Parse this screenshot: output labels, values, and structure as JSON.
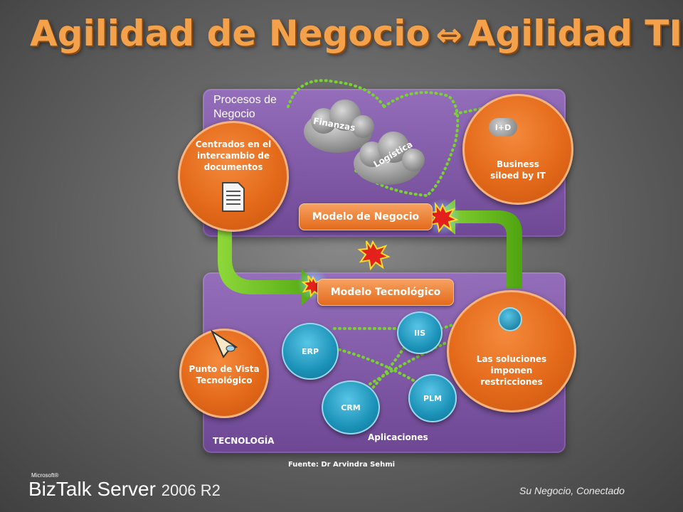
{
  "title": {
    "left": "Agilidad de Negocio",
    "arrow": "⇔",
    "right": "Agilidad TI"
  },
  "top_panel": {
    "label": "Procesos de Negocio",
    "left_circle": "Centrados en el intercambio de documentos",
    "right_circle": "Business siloed by IT",
    "badge": "I+D",
    "clouds": [
      "Finanzas",
      "Logística"
    ],
    "model_pill": "Modelo de Negocio"
  },
  "bottom_panel": {
    "label": "TECNOLOGÍA",
    "model_pill": "Modelo Tecnológico",
    "left_circle": "Punto de Vista Tecnológico",
    "right_circle": "Las soluciones imponen restricciones",
    "apps": [
      "ERP",
      "IIS",
      "CRM",
      "PLM"
    ],
    "apps_label": "Aplicaciones"
  },
  "footer": {
    "source": "Fuente: Dr Arvindra Sehmi",
    "brand_microsoft": "Microsoft®",
    "brand_product": "BizTalk Server",
    "brand_version": "2006 R2",
    "tagline": "Su Negocio, Conectado"
  },
  "colors": {
    "accent_orange": "#e46a1a",
    "panel_purple": "#8a5aae",
    "app_blue": "#1c92b8",
    "arrow_green": "#6ec31e"
  }
}
